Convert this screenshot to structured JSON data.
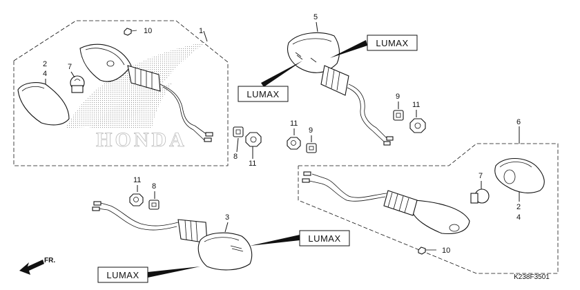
{
  "callouts": {
    "top_right": "LUMAX",
    "top_left": "LUMAX",
    "bottom_right": "LUMAX",
    "bottom_left": "LUMAX"
  },
  "labels": {
    "n10_top": "10",
    "n1": "1",
    "n2_left": "2",
    "n4_left": "4",
    "n7_left": "7",
    "n5": "5",
    "n9_right": "9",
    "n11_right": "11",
    "n8_mid": "8",
    "n11_mid": "11",
    "n11_center": "11",
    "n9_center": "9",
    "n6": "6",
    "n7_right": "7",
    "n2_right": "2",
    "n4_right": "4",
    "n11_bottom": "11",
    "n8_bottom": "8",
    "n3": "3",
    "n10_bottom": "10"
  },
  "watermark_text": "HONDA",
  "fr_label": "FR.",
  "part_code": "K238F3501"
}
